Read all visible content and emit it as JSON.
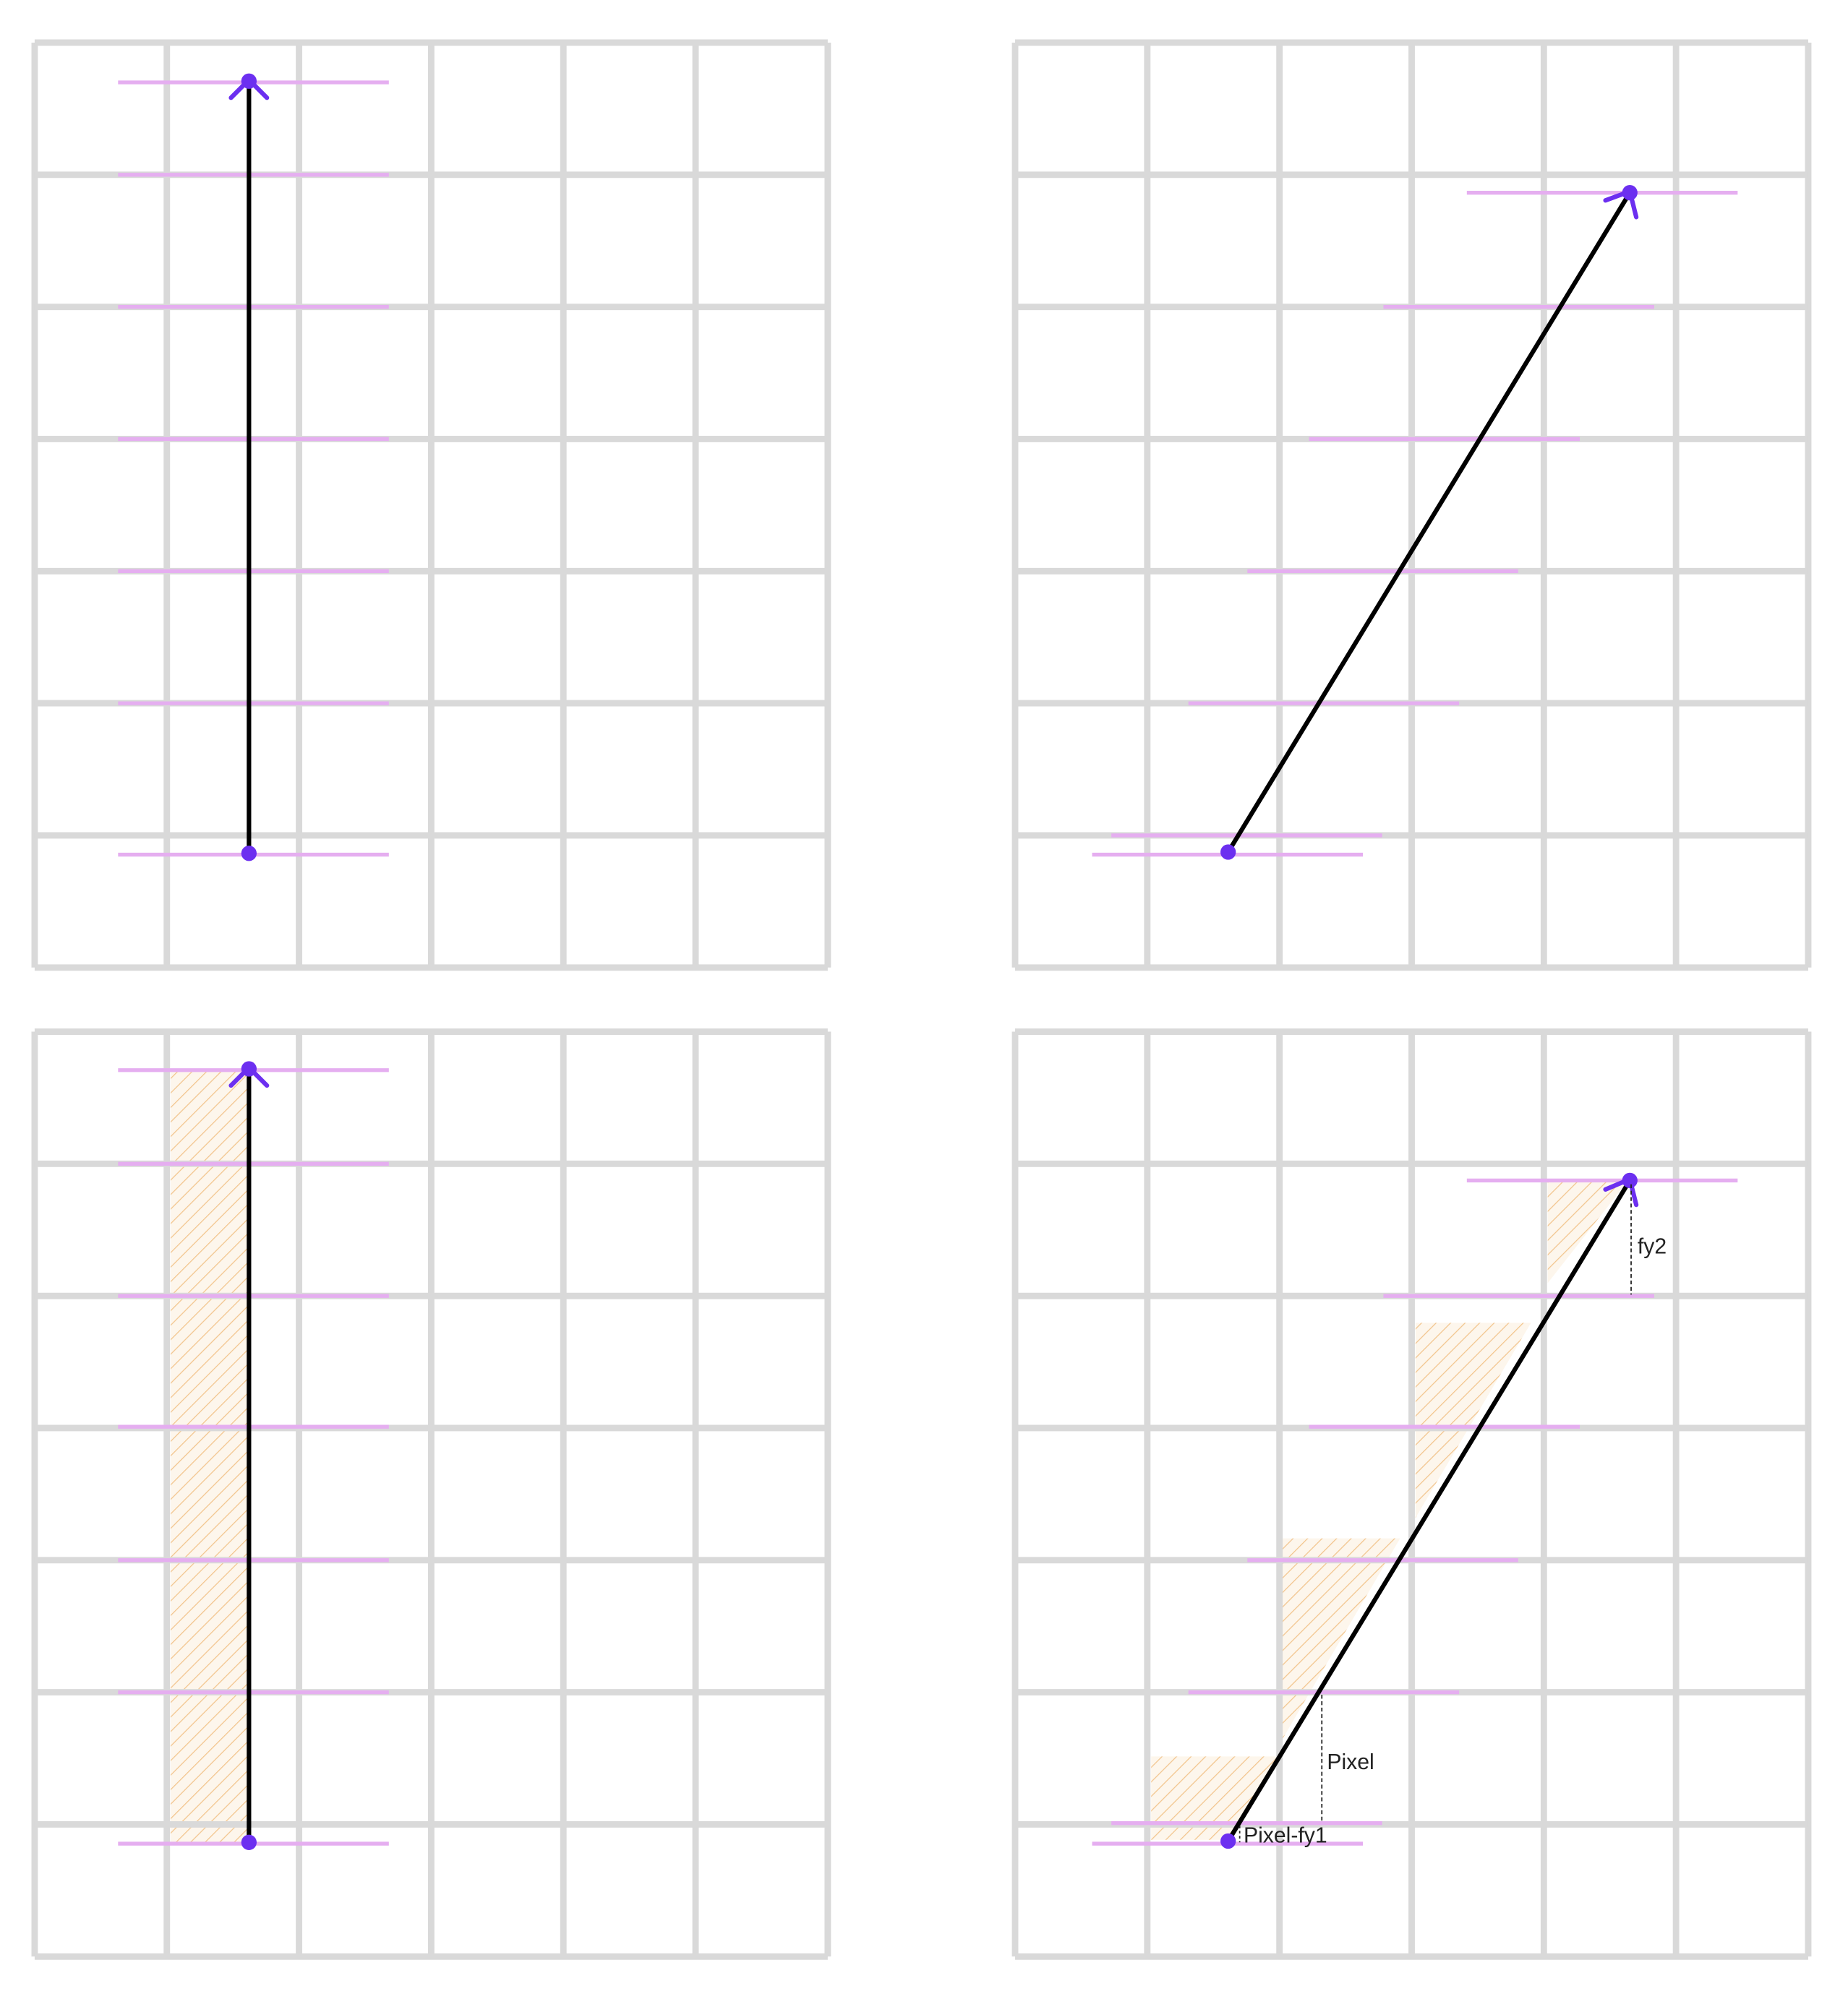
{
  "colors": {
    "grid": "#d9d9d9",
    "scanline": "#e5aef0",
    "edge": "#000000",
    "endpoint": "#6c2ff0",
    "hatch": "#f2c48c",
    "hatch_fill": "#fdf6ec",
    "measure": "#222222"
  },
  "panels": [
    {
      "id": "vertical-edge",
      "edge": {
        "from": "bottom-endpoint",
        "to": "top-endpoint",
        "direction": "upward"
      },
      "coverage_hatch": false,
      "labels": []
    },
    {
      "id": "diagonal-edge",
      "edge": {
        "from": "bottom-endpoint",
        "to": "top-endpoint",
        "direction": "upward"
      },
      "coverage_hatch": false,
      "labels": []
    },
    {
      "id": "vertical-edge-coverage",
      "edge": {
        "from": "bottom-endpoint",
        "to": "top-endpoint",
        "direction": "upward"
      },
      "coverage_hatch": true,
      "labels": []
    },
    {
      "id": "diagonal-edge-coverage",
      "edge": {
        "from": "bottom-endpoint",
        "to": "top-endpoint",
        "direction": "upward"
      },
      "coverage_hatch": true,
      "labels": [
        "fy2",
        "Pixel",
        "Pixel-fy1"
      ]
    }
  ],
  "annotations": {
    "fy2": "fy2",
    "pixel": "Pixel",
    "pixel_minus_fy1": "Pixel-fy1"
  }
}
